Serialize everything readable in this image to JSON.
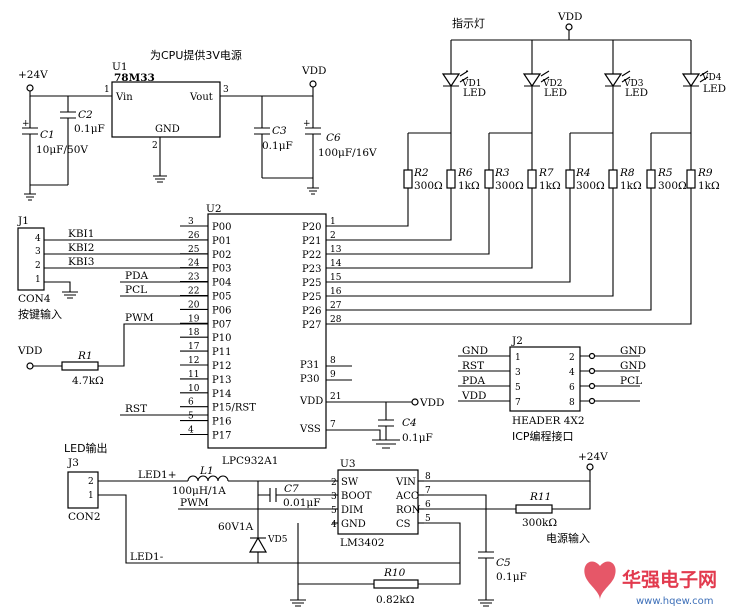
{
  "labels": {
    "regulator_title": "为CPU提供3V电源",
    "indicator_title": "指示灯",
    "keys_label": "按键输入",
    "led_output_label": "LED输出",
    "icp_label": "ICP编程接口",
    "power_input_label": "电源输入"
  },
  "nets": {
    "vdd": "VDD",
    "v24": "+24V",
    "gnd": "GND",
    "kbi1": "KBI1",
    "kbi2": "KBI2",
    "kbi3": "KBI3",
    "pda": "PDA",
    "pcl": "PCL",
    "pwm": "PWM",
    "rst": "RST",
    "led1p": "LED1+",
    "led1m": "LED1-"
  },
  "u1": {
    "ref": "U1",
    "part": "78M33",
    "vin": "Vin",
    "vout": "Vout",
    "gnd": "GND",
    "pin1": "1",
    "pin2": "2",
    "pin3": "3"
  },
  "u2": {
    "ref": "U2",
    "part": "LPC932A1",
    "left_pins": [
      {
        "name": "P00",
        "num": "3"
      },
      {
        "name": "P01",
        "num": "26"
      },
      {
        "name": "P02",
        "num": "25"
      },
      {
        "name": "P03",
        "num": "24"
      },
      {
        "name": "P04",
        "num": "23"
      },
      {
        "name": "P05",
        "num": "22"
      },
      {
        "name": "P06",
        "num": "20"
      },
      {
        "name": "P07",
        "num": "19"
      },
      {
        "name": "P10",
        "num": "18"
      },
      {
        "name": "P11",
        "num": "17"
      },
      {
        "name": "P12",
        "num": "12"
      },
      {
        "name": "P13",
        "num": "11"
      },
      {
        "name": "P14",
        "num": "10"
      },
      {
        "name": "P15/RST",
        "num": "6"
      },
      {
        "name": "P16",
        "num": "5"
      },
      {
        "name": "P17",
        "num": "4"
      }
    ],
    "right_pins": [
      {
        "name": "P20",
        "num": "1"
      },
      {
        "name": "P21",
        "num": "2"
      },
      {
        "name": "P22",
        "num": "13"
      },
      {
        "name": "P23",
        "num": "14"
      },
      {
        "name": "P25",
        "num": "15"
      },
      {
        "name": "P25",
        "num": "16"
      },
      {
        "name": "P26",
        "num": "27"
      },
      {
        "name": "P27",
        "num": "28"
      }
    ],
    "p31": {
      "name": "P31",
      "num": "8"
    },
    "p30": {
      "name": "P30",
      "num": "9"
    },
    "vdd": {
      "name": "VDD",
      "num": "21"
    },
    "vss": {
      "name": "VSS",
      "num": "7"
    }
  },
  "u3": {
    "ref": "U3",
    "part": "LM3402",
    "left_pins": [
      {
        "name": "SW",
        "num": "2"
      },
      {
        "name": "BOOT",
        "num": "3"
      },
      {
        "name": "DIM",
        "num": "5"
      },
      {
        "name": "GND",
        "num": "4"
      }
    ],
    "right_pins": [
      {
        "name": "VIN",
        "num": "8"
      },
      {
        "name": "ACC",
        "num": "7"
      },
      {
        "name": "RON",
        "num": "6"
      },
      {
        "name": "CS",
        "num": "5"
      }
    ]
  },
  "capacitors": {
    "c1": {
      "ref": "C1",
      "value": "10μF/50V"
    },
    "c2": {
      "ref": "C2",
      "value": "0.1μF"
    },
    "c3": {
      "ref": "C3",
      "value": "0.1μF"
    },
    "c4": {
      "ref": "C4",
      "value": "0.1μF"
    },
    "c5": {
      "ref": "C5",
      "value": "0.1μF"
    },
    "c6": {
      "ref": "C6",
      "value": "100μF/16V"
    },
    "c7": {
      "ref": "C7",
      "value": "0.01μF"
    }
  },
  "resistors": {
    "r1": {
      "ref": "R1",
      "value": "4.7kΩ"
    },
    "r2": {
      "ref": "R2",
      "value": "300Ω"
    },
    "r3": {
      "ref": "R3",
      "value": "300Ω"
    },
    "r4": {
      "ref": "R4",
      "value": "300Ω"
    },
    "r5": {
      "ref": "R5",
      "value": "300Ω"
    },
    "r6": {
      "ref": "R6",
      "value": "1kΩ"
    },
    "r7": {
      "ref": "R7",
      "value": "1kΩ"
    },
    "r8": {
      "ref": "R8",
      "value": "1kΩ"
    },
    "r9": {
      "ref": "R9",
      "value": "1kΩ"
    },
    "r10": {
      "ref": "R10",
      "value": "0.82kΩ"
    },
    "r11": {
      "ref": "R11",
      "value": "300kΩ"
    }
  },
  "leds": [
    {
      "ref": "VD1",
      "name": "LED"
    },
    {
      "ref": "VD2",
      "name": "LED"
    },
    {
      "ref": "VD3",
      "name": "LED"
    },
    {
      "ref": "VD4",
      "name": "LED"
    }
  ],
  "inductor": {
    "ref": "L1",
    "value": "100μH/1A"
  },
  "diode": {
    "ref": "VD5",
    "value": "60V1A"
  },
  "j1": {
    "ref": "J1",
    "part": "CON4",
    "pins": [
      "4",
      "3",
      "2",
      "1"
    ]
  },
  "j2": {
    "ref": "J2",
    "part": "HEADER 4X2",
    "left_pins": [
      {
        "net": "GND",
        "num": "1"
      },
      {
        "net": "RST",
        "num": "3"
      },
      {
        "net": "PDA",
        "num": "5"
      },
      {
        "net": "VDD",
        "num": "7"
      }
    ],
    "right_pins": [
      {
        "net": "GND",
        "num": "2"
      },
      {
        "net": "GND",
        "num": "4"
      },
      {
        "net": "PCL",
        "num": "6"
      },
      {
        "net": "",
        "num": "8"
      }
    ]
  },
  "j3": {
    "ref": "J3",
    "part": "CON2",
    "pins": [
      "2",
      "1"
    ]
  },
  "watermark": {
    "brand": "华强电子网",
    "url": "www.hqew.com"
  }
}
